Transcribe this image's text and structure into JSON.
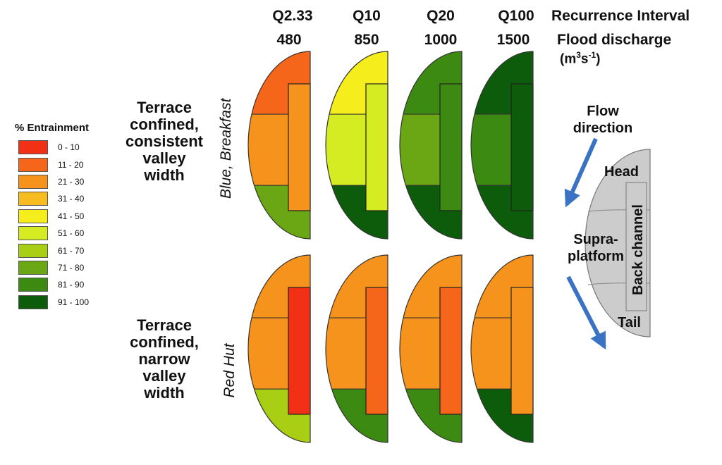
{
  "headers": {
    "intervals": [
      "Q2.33",
      "Q10",
      "Q20",
      "Q100"
    ],
    "interval_title": "Recurrence Interval",
    "discharges": [
      "480",
      "850",
      "1000",
      "1500"
    ],
    "discharge_title": "Flood discharge",
    "discharge_units_base": "(m",
    "discharge_units_sup1": "3",
    "discharge_units_mid": "s",
    "discharge_units_sup2": "-1",
    "discharge_units_end": ")"
  },
  "legend": {
    "title": "% Entrainment",
    "classes": [
      {
        "label": "0 - 10",
        "color": "#f23016"
      },
      {
        "label": "11 - 20",
        "color": "#f5661a"
      },
      {
        "label": "21 - 30",
        "color": "#f5931c"
      },
      {
        "label": "31 - 40",
        "color": "#f7bd20"
      },
      {
        "label": "41 - 50",
        "color": "#f5ed1c"
      },
      {
        "label": "51 - 60",
        "color": "#d6ec22"
      },
      {
        "label": "61 - 70",
        "color": "#a9cf15"
      },
      {
        "label": "71 - 80",
        "color": "#6ba615"
      },
      {
        "label": "81 - 90",
        "color": "#3d8a13"
      },
      {
        "label": "91 - 100",
        "color": "#0d5c0b"
      }
    ]
  },
  "rows": [
    {
      "label_lines": [
        "Terrace",
        "confined,",
        "consistent",
        "valley",
        "width"
      ],
      "site": "Blue, Breakfast",
      "units": [
        {
          "head": "11 - 20",
          "supra": "21 - 30",
          "tail": "71 - 80",
          "back": "21 - 30"
        },
        {
          "head": "41 - 50",
          "supra": "51 - 60",
          "tail": "91 - 100",
          "back": "51 - 60"
        },
        {
          "head": "81 - 90",
          "supra": "71 - 80",
          "tail": "91 - 100",
          "back": "81 - 90"
        },
        {
          "head": "91 - 100",
          "supra": "81 - 90",
          "tail": "91 - 100",
          "back": "91 - 100"
        }
      ]
    },
    {
      "label_lines": [
        "Terrace",
        "confined,",
        "narrow",
        "valley",
        "width"
      ],
      "site": "Red Hut",
      "units": [
        {
          "head": "21 - 30",
          "supra": "21 - 30",
          "tail": "61 - 70",
          "back": "0 - 10"
        },
        {
          "head": "21 - 30",
          "supra": "21 - 30",
          "tail": "81 - 90",
          "back": "11 - 20"
        },
        {
          "head": "21 - 30",
          "supra": "21 - 30",
          "tail": "81 - 90",
          "back": "11 - 20"
        },
        {
          "head": "21 - 30",
          "supra": "21 - 30",
          "tail": "91 - 100",
          "back": "21 - 30"
        }
      ]
    }
  ],
  "schematic": {
    "flow_label_lines": [
      "Flow",
      "direction"
    ],
    "head": "Head",
    "supra_lines": [
      "Supra-",
      "platform"
    ],
    "tail": "Tail",
    "back_channel": "Back channel",
    "fill": "#cccccc",
    "arrow_color": "#3a72c4"
  }
}
